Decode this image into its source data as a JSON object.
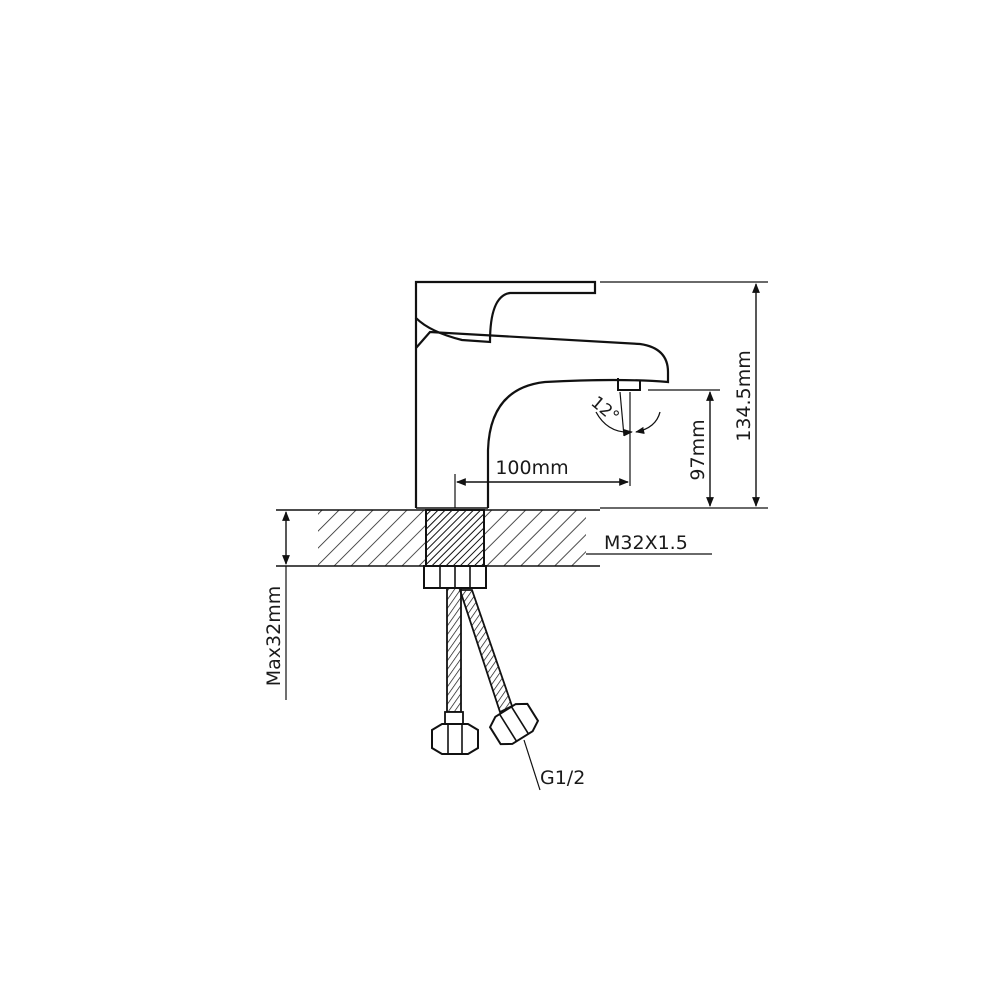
{
  "dimensions": {
    "overall_height": "134.5mm",
    "spout_height": "97mm",
    "spout_reach": "100mm",
    "tilt_angle": "12°",
    "deck_thickness": "Max32mm",
    "thread_spec": "M32X1.5",
    "hose_connector": "G1/2"
  },
  "colors": {
    "line": "#111111",
    "background": "#ffffff"
  }
}
